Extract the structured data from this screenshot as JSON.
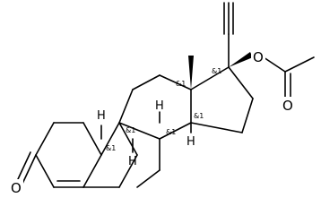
{
  "molecule": {
    "atoms": {
      "carbonyl_oxygen": "O",
      "ester_oxygen": "O",
      "acetyl_oxygen": "O"
    },
    "hydrogens": {
      "h9": "H",
      "h10": "H",
      "h8": "H",
      "h14": "H"
    },
    "stereo_labels": {
      "c13": "&1",
      "c17": "&1",
      "c8": "&1",
      "c9": "&1",
      "c10": "&1",
      "c14": "&1"
    }
  }
}
